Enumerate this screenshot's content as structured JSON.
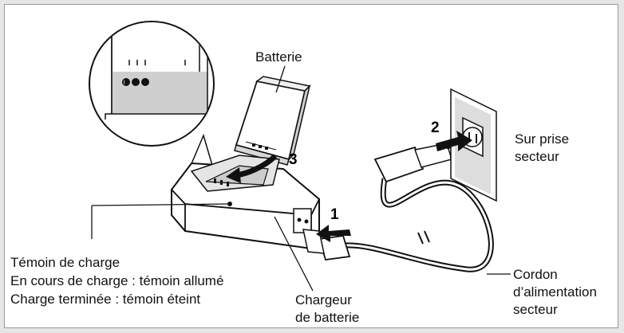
{
  "labels": {
    "battery": "Batterie",
    "outlet_line1": "Sur prise",
    "outlet_line2": "secteur",
    "indicator_line1": "Témoin de charge",
    "indicator_line2": "En cours de charge : témoin allumé",
    "indicator_line3": "Charge terminée : témoin éteint",
    "charger_line1": "Chargeur",
    "charger_line2": "de batterie",
    "cord_line1": "Cordon",
    "cord_line2": "d’alimentation",
    "cord_line3": "secteur"
  },
  "steps": {
    "one": "1",
    "two": "2",
    "three": "3"
  },
  "icons": [
    "magnifier-callout",
    "battery-icon",
    "charger-icon",
    "power-cord-icon",
    "wall-outlet-icon",
    "arrow-icon"
  ],
  "colors": {
    "frame_bg": "#e6e6e6",
    "line": "#111111",
    "panel_border": "#9a9a9a"
  }
}
